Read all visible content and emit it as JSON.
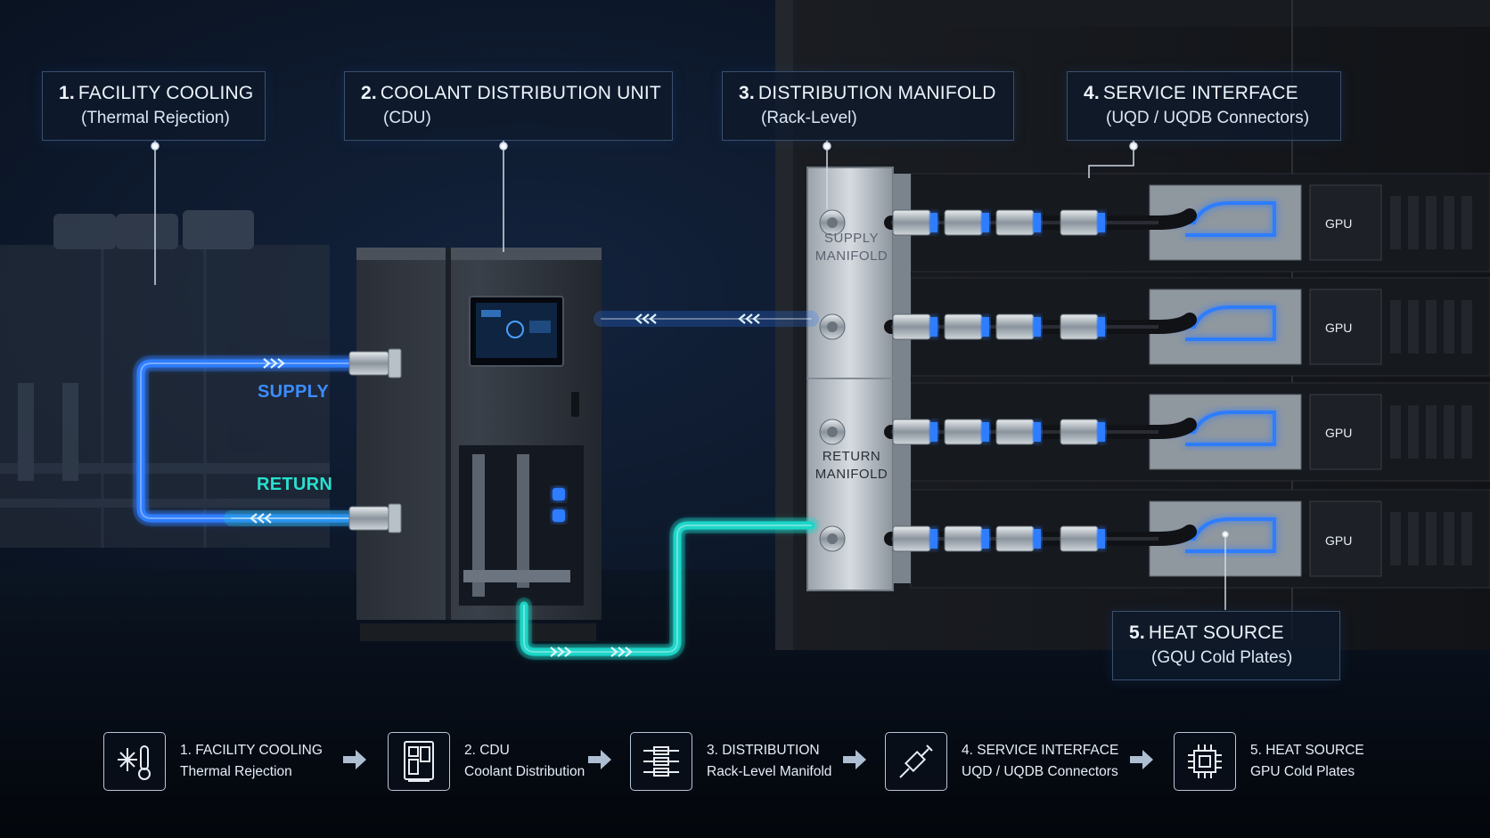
{
  "callouts": [
    {
      "num": "1.",
      "title": "FACILITY COOLING",
      "sub": "(Thermal Rejection)"
    },
    {
      "num": "2.",
      "title": "COOLANT DISTRIBUTION UNIT",
      "sub": "(CDU)"
    },
    {
      "num": "3.",
      "title": "DISTRIBUTION MANIFOLD",
      "sub": "(Rack-Level)"
    },
    {
      "num": "4.",
      "title": "SERVICE INTERFACE",
      "sub": "(UQD / UQDB Connectors)"
    },
    {
      "num": "5.",
      "title": "HEAT SOURCE",
      "sub": "(GQU Cold Plates)"
    }
  ],
  "flow_labels": {
    "supply": "SUPPLY",
    "return": "RETURN"
  },
  "manifold": {
    "supply_line1": "SUPPLY",
    "supply_line2": "MANIFOLD",
    "return_line1": "RETURN",
    "return_line2": "MANIFOLD"
  },
  "gpu_label": "GPU",
  "steps": [
    {
      "title": "1. FACILITY COOLING",
      "sub": "Thermal Rejection",
      "icon": "snowflake-thermometer-icon"
    },
    {
      "title": "2. CDU",
      "sub": "Coolant Distribution",
      "icon": "cabinet-icon"
    },
    {
      "title": "3. DISTRIBUTION",
      "sub": "Rack-Level Manifold",
      "icon": "manifold-icon"
    },
    {
      "title": "4. SERVICE INTERFACE",
      "sub": "UQD / UQDB Connectors",
      "icon": "connector-icon"
    },
    {
      "title": "5. HEAT SOURCE",
      "sub": "GPU Cold Plates",
      "icon": "chip-icon"
    }
  ],
  "colors": {
    "supply": "#2f7dff",
    "return": "#1fd6c8",
    "accent": "#3a9bff"
  }
}
